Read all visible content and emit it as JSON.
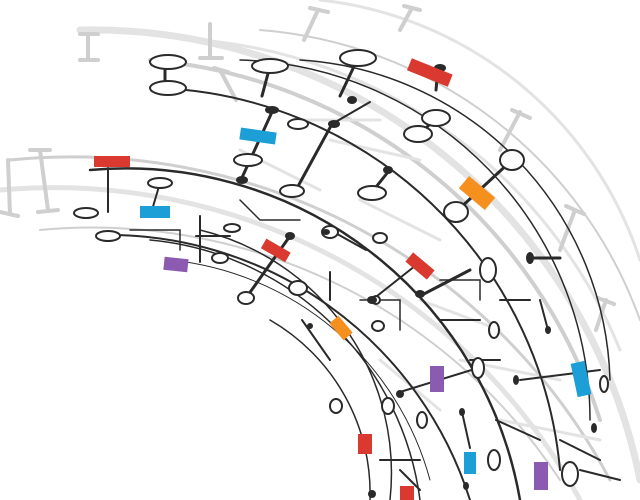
{
  "artwork": {
    "kind": "abstract circuit-board arc illustration",
    "colors": {
      "background": "#ffffff",
      "dark_line": "#2a2a2a",
      "grey_line": "#cfcfcf",
      "light_line": "#e3e3e3",
      "red": "#d9392e",
      "blue": "#1b9fd6",
      "orange": "#f5901f",
      "purple": "#8a5bb0"
    },
    "markers": [
      {
        "id": "red-1",
        "color": "red"
      },
      {
        "id": "red-2",
        "color": "red"
      },
      {
        "id": "red-3",
        "color": "red"
      },
      {
        "id": "red-4",
        "color": "red"
      },
      {
        "id": "red-5",
        "color": "red"
      },
      {
        "id": "red-6",
        "color": "red"
      },
      {
        "id": "blue-1",
        "color": "blue"
      },
      {
        "id": "blue-2",
        "color": "blue"
      },
      {
        "id": "blue-3",
        "color": "blue"
      },
      {
        "id": "blue-4",
        "color": "blue"
      },
      {
        "id": "orange-1",
        "color": "orange"
      },
      {
        "id": "orange-2",
        "color": "orange"
      },
      {
        "id": "purple-1",
        "color": "purple"
      },
      {
        "id": "purple-2",
        "color": "purple"
      },
      {
        "id": "purple-3",
        "color": "purple"
      }
    ]
  }
}
